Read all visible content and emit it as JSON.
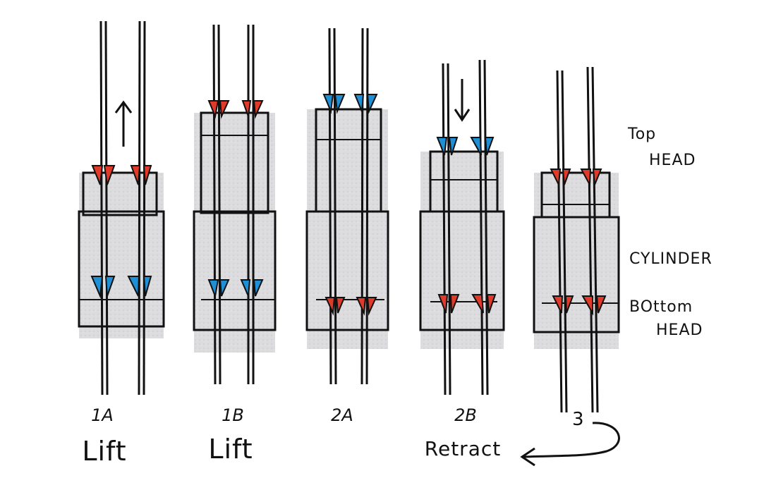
{
  "stages": [
    {
      "id": "1A",
      "label": "1A",
      "action": "Lift"
    },
    {
      "id": "1B",
      "label": "1B",
      "action": "Lift"
    },
    {
      "id": "2A",
      "label": "2A",
      "action": ""
    },
    {
      "id": "2B",
      "label": "2B",
      "action": "Retract"
    },
    {
      "id": "3",
      "label": "3",
      "action": ""
    }
  ],
  "side_labels": {
    "top_head_line1": "Top",
    "top_head_line2": "HEAD",
    "cylinder": "CYLINDER",
    "bottom_head_line1": "BOttom",
    "bottom_head_line2": "HEAD"
  },
  "colors": {
    "ink": "#111111",
    "shading": "#d9d9dc",
    "grip_active": "#e23a2a",
    "grip_released": "#1f8fd6"
  },
  "arrows": {
    "stage_1A": "up-arrow",
    "stage_2B": "down-arrow",
    "cycle_return": "curved-return-arrow"
  }
}
